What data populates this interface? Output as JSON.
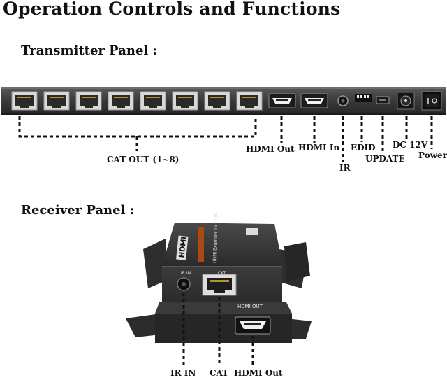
{
  "title": "Operation Controls and Functions",
  "transmitter": {
    "heading": "Transmitter Panel :",
    "labels": {
      "cat_out": "CAT OUT (1~8)",
      "hdmi_out": "HDMI Out",
      "hdmi_in": "HDMI In",
      "ir": "IR",
      "edid": "EDID",
      "update": "UPDATE",
      "dc": "DC 12V",
      "power": "Power"
    }
  },
  "receiver": {
    "heading": "Receiver Panel :",
    "device_text": {
      "brand": "HDMI",
      "model": "HDMI Extender 1×120M",
      "ir_in": "IR IN",
      "cat": "CAT",
      "hdmi_out_port": "HDMI OUT"
    },
    "labels": {
      "ir_in": "IR IN",
      "cat": "CAT",
      "hdmi_out": "HDMI Out"
    }
  }
}
